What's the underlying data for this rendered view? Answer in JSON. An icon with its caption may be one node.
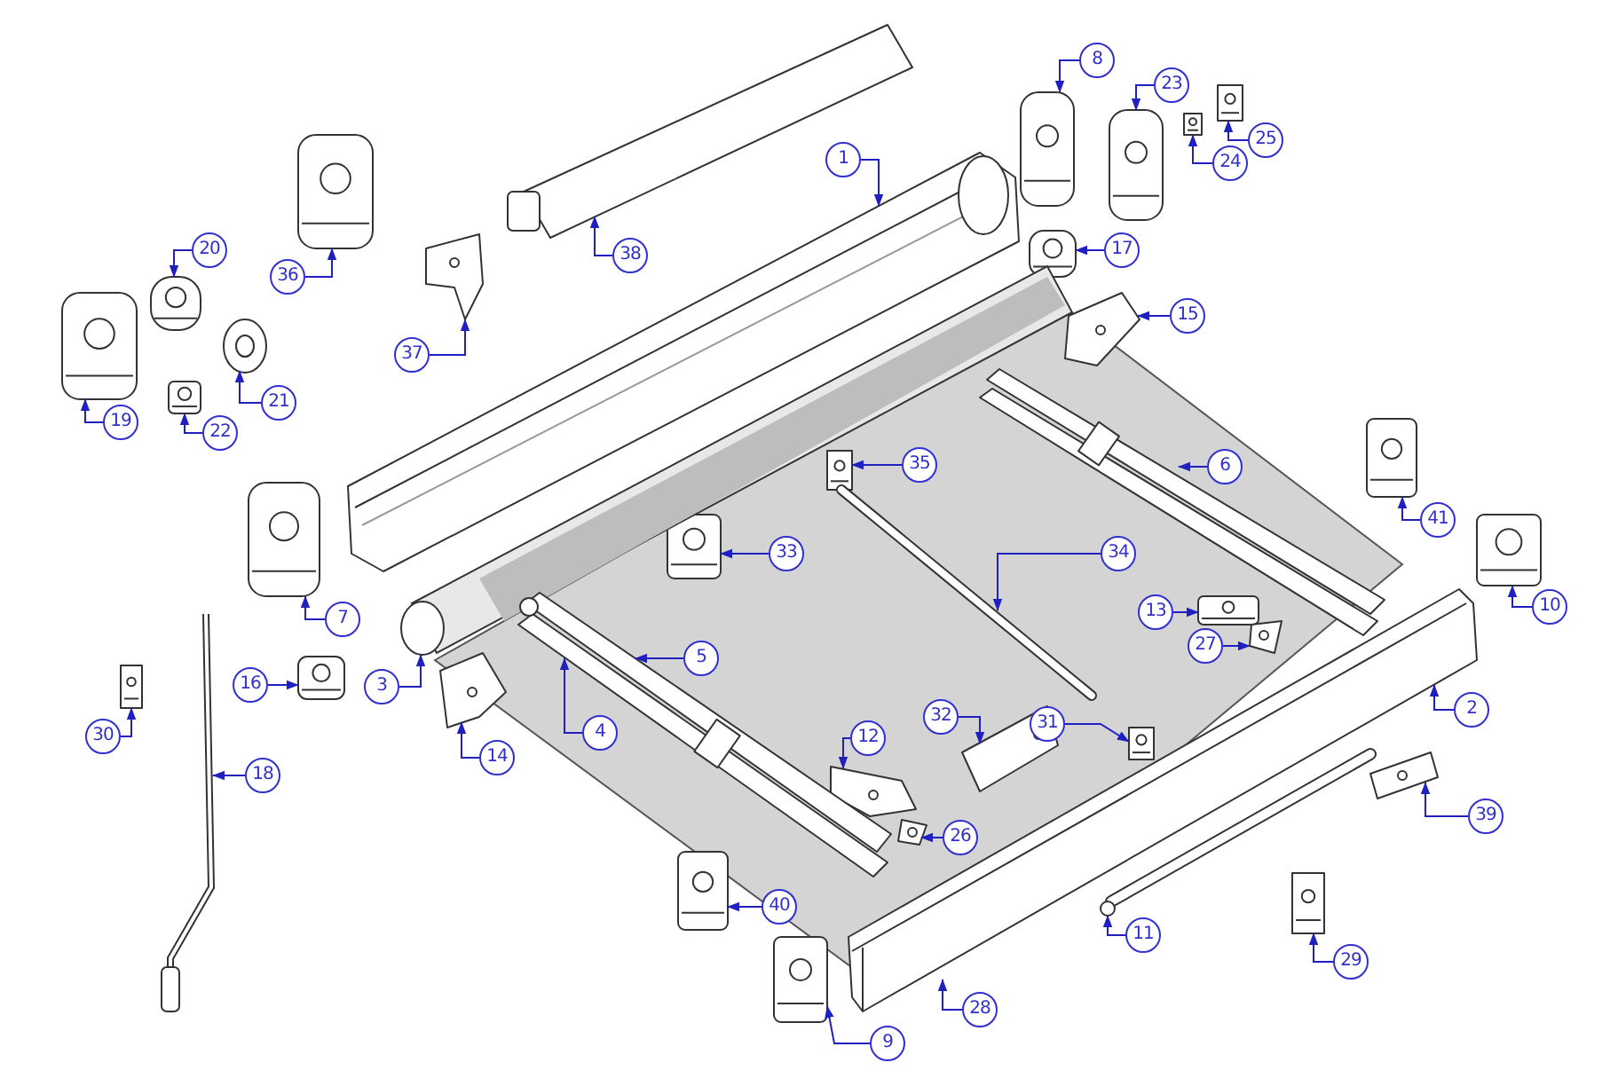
{
  "diagram": {
    "nodes": [
      {
        "text": [
          "1"
        ]
      },
      {
        "text": [
          "2"
        ]
      },
      {
        "text": [
          "3"
        ]
      },
      {
        "text": [
          "4"
        ]
      },
      {
        "text": [
          "5"
        ]
      },
      {
        "text": [
          "6"
        ]
      },
      {
        "text": [
          "7"
        ]
      },
      {
        "text": [
          "8"
        ]
      },
      {
        "text": [
          "9"
        ]
      },
      {
        "text": [
          "10"
        ]
      },
      {
        "text": [
          "11"
        ]
      },
      {
        "text": [
          "12"
        ]
      },
      {
        "text": [
          "13"
        ]
      },
      {
        "text": [
          "14"
        ]
      },
      {
        "text": [
          "15"
        ]
      },
      {
        "text": [
          "16"
        ]
      },
      {
        "text": [
          "17"
        ]
      },
      {
        "text": [
          "18"
        ]
      },
      {
        "text": [
          "19"
        ]
      },
      {
        "text": [
          "20"
        ]
      },
      {
        "text": [
          "21"
        ]
      },
      {
        "text": [
          "22"
        ]
      },
      {
        "text": [
          "23"
        ]
      },
      {
        "text": [
          "24"
        ]
      },
      {
        "text": [
          "25"
        ]
      },
      {
        "text": [
          "26"
        ]
      },
      {
        "text": [
          "27"
        ]
      },
      {
        "text": [
          "28"
        ]
      },
      {
        "text": [
          "29"
        ]
      },
      {
        "text": [
          "30"
        ]
      },
      {
        "text": [
          "31"
        ]
      },
      {
        "text": [
          "32"
        ]
      },
      {
        "text": [
          "33"
        ]
      },
      {
        "text": [
          "34"
        ]
      },
      {
        "text": [
          "35"
        ]
      },
      {
        "text": [
          "36"
        ]
      },
      {
        "text": [
          "37"
        ]
      },
      {
        "text": [
          "38"
        ]
      },
      {
        "text": [
          "39"
        ]
      },
      {
        "text": [
          "40"
        ]
      },
      {
        "text": [
          "41"
        ]
      },
      {
        "text": [],
        "shape": "picture"
      },
      {
        "text": [],
        "shape": "picture"
      },
      {
        "text": [],
        "shape": "picture"
      },
      {
        "text": [],
        "shape": "picture"
      },
      {
        "text": [],
        "shape": "picture"
      },
      {
        "text": [],
        "shape": "picture"
      },
      {
        "text": [],
        "shape": "picture"
      },
      {
        "text": [],
        "shape": "picture"
      },
      {
        "text": [],
        "shape": "picture"
      },
      {
        "text": [],
        "shape": "picture"
      },
      {
        "text": [],
        "shape": "picture"
      },
      {
        "text": [],
        "shape": "picture"
      },
      {
        "text": [],
        "shape": "picture"
      },
      {
        "text": [],
        "shape": "picture"
      },
      {
        "text": [],
        "shape": "picture"
      },
      {
        "text": [],
        "shape": "picture"
      },
      {
        "text": [],
        "shape": "picture"
      },
      {
        "text": [],
        "shape": "picture"
      },
      {
        "text": [],
        "shape": "picture"
      },
      {
        "text": [],
        "shape": "picture"
      },
      {
        "text": [],
        "shape": "picture"
      },
      {
        "text": [],
        "shape": "picture"
      },
      {
        "text": [],
        "shape": "picture"
      },
      {
        "text": [],
        "shape": "picture"
      },
      {
        "text": [],
        "shape": "picture"
      },
      {
        "text": [],
        "shape": "picture"
      },
      {
        "text": [],
        "shape": "picture"
      },
      {
        "text": [],
        "shape": "picture"
      },
      {
        "text": [],
        "shape": "picture"
      },
      {
        "text": [],
        "shape": "picture"
      },
      {
        "text": [],
        "shape": "picture"
      },
      {
        "text": [],
        "shape": "picture"
      },
      {
        "text": [],
        "shape": "picture"
      },
      {
        "text": [],
        "shape": "picture"
      },
      {
        "text": [],
        "shape": "picture"
      },
      {
        "text": [],
        "shape": "picture"
      },
      {
        "text": [],
        "shape": "picture"
      },
      {
        "text": [],
        "shape": "picture"
      },
      {
        "text": [],
        "shape": "picture"
      },
      {
        "text": [],
        "shape": "picture"
      }
    ],
    "edges": [
      {
        "from": 0,
        "to": 41,
        "arrow": "to"
      },
      {
        "from": 1,
        "to": 42,
        "arrow": "to"
      },
      {
        "from": 2,
        "to": 43,
        "arrow": "to"
      },
      {
        "from": 3,
        "to": 44,
        "arrow": "to"
      },
      {
        "from": 4,
        "to": 45,
        "arrow": "to"
      },
      {
        "from": 5,
        "to": 46,
        "arrow": "to"
      },
      {
        "from": 6,
        "to": 47,
        "arrow": "to"
      },
      {
        "from": 7,
        "to": 48,
        "arrow": "to"
      },
      {
        "from": 8,
        "to": 49,
        "arrow": "to"
      },
      {
        "from": 9,
        "to": 50,
        "arrow": "to"
      },
      {
        "from": 10,
        "to": 51,
        "arrow": "to"
      },
      {
        "from": 11,
        "to": 52,
        "arrow": "to"
      },
      {
        "from": 12,
        "to": 53,
        "arrow": "to"
      },
      {
        "from": 13,
        "to": 54,
        "arrow": "to"
      },
      {
        "from": 14,
        "to": 55,
        "arrow": "to"
      },
      {
        "from": 15,
        "to": 56,
        "arrow": "to"
      },
      {
        "from": 16,
        "to": 57,
        "arrow": "to"
      },
      {
        "from": 17,
        "to": 58,
        "arrow": "to"
      },
      {
        "from": 18,
        "to": 59,
        "arrow": "to"
      },
      {
        "from": 19,
        "to": 60,
        "arrow": "to"
      },
      {
        "from": 20,
        "to": 61,
        "arrow": "to"
      },
      {
        "from": 21,
        "to": 62,
        "arrow": "to"
      },
      {
        "from": 22,
        "to": 63,
        "arrow": "to"
      },
      {
        "from": 23,
        "to": 64,
        "arrow": "to"
      },
      {
        "from": 24,
        "to": 65,
        "arrow": "to"
      },
      {
        "from": 25,
        "to": 66,
        "arrow": "to"
      },
      {
        "from": 26,
        "to": 67,
        "arrow": "to"
      },
      {
        "from": 27,
        "to": null,
        "arrow": "to"
      },
      {
        "from": 28,
        "to": 68,
        "arrow": "to"
      },
      {
        "from": 29,
        "to": 69,
        "arrow": "to"
      },
      {
        "from": 30,
        "to": 70,
        "arrow": "to"
      },
      {
        "from": 31,
        "to": 71,
        "arrow": "to"
      },
      {
        "from": 32,
        "to": 72,
        "arrow": "to"
      },
      {
        "from": 33,
        "to": 73,
        "arrow": "to"
      },
      {
        "from": 34,
        "to": 74,
        "arrow": "to"
      },
      {
        "from": 35,
        "to": 75,
        "arrow": "to"
      },
      {
        "from": 36,
        "to": 76,
        "arrow": "to"
      },
      {
        "from": 37,
        "to": 77,
        "arrow": "to"
      },
      {
        "from": 38,
        "to": 78,
        "arrow": "to"
      },
      {
        "from": 39,
        "to": 79,
        "arrow": "to"
      },
      {
        "from": 40,
        "to": 80,
        "arrow": "to"
      }
    ]
  }
}
